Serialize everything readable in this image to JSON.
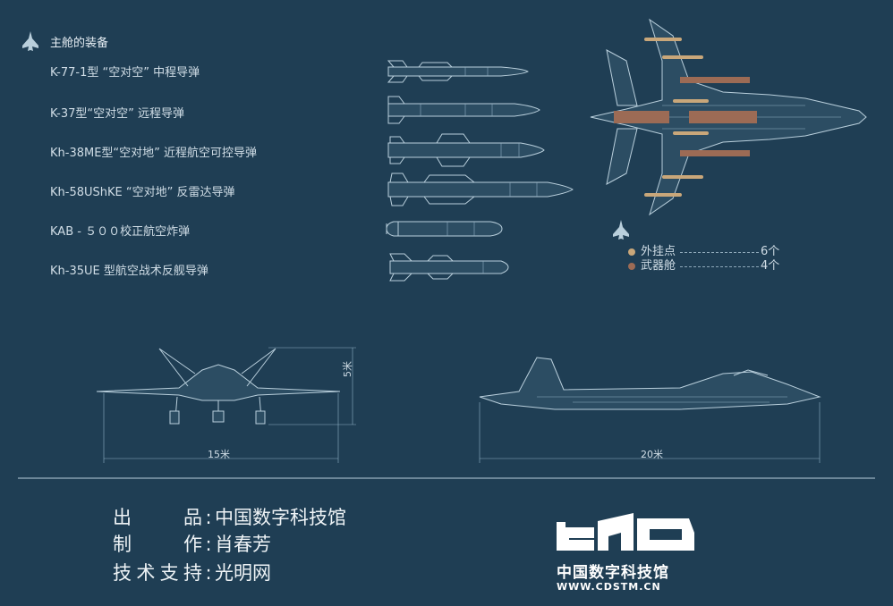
{
  "header": {
    "title": "主舱的装备"
  },
  "weapons": [
    {
      "label": "K-77-1型 “空对空” 中程导弹"
    },
    {
      "label": "K-37型“空对空” 远程导弹"
    },
    {
      "label": "Kh-38ME型“空对地” 近程航空可控导弹"
    },
    {
      "label": "Kh-58UShKE “空对地” 反雷达导弹"
    },
    {
      "label": "KAB - ５００校正航空炸弹"
    },
    {
      "label": "Kh-35UE 型航空战术反舰导弹"
    }
  ],
  "legend": {
    "items": [
      {
        "label": "外挂点",
        "count": "6个",
        "color": "#c9a77a"
      },
      {
        "label": "武器舱",
        "count": "4个",
        "color": "#9c6b55"
      }
    ]
  },
  "dimensions": {
    "height": "5米",
    "wingspan": "15米",
    "length": "20米"
  },
  "credits": [
    {
      "key": "出品",
      "value": "中国数字科技馆"
    },
    {
      "key": "制作",
      "value": "肖春芳"
    },
    {
      "key": "技术支持",
      "value": "光明网"
    }
  ],
  "logo": {
    "mark": "CDSTM",
    "name": "中国数字科技馆",
    "url": "WWW.CDSTM.CN"
  },
  "colors": {
    "background": "#1f3e54",
    "line": "#b9cfdc",
    "hardpoint": "#c9a77a",
    "weapon_bay": "#9c6b55"
  }
}
